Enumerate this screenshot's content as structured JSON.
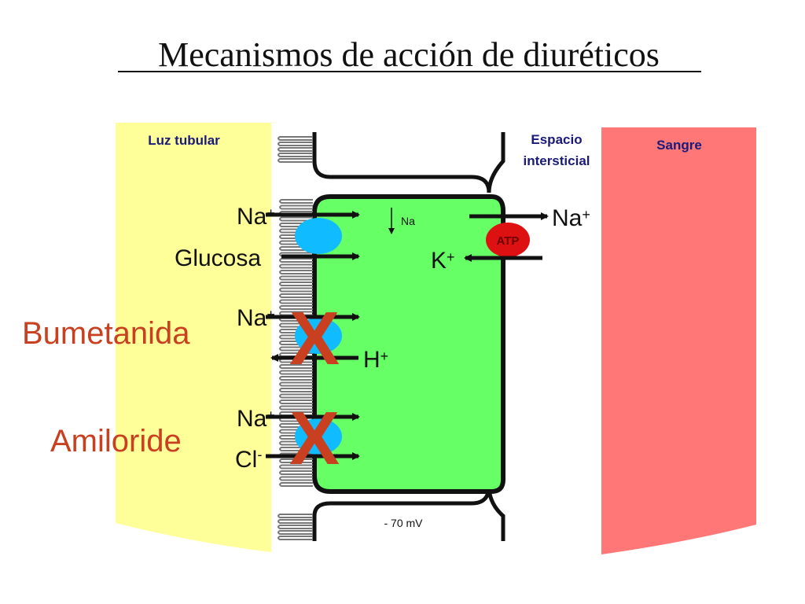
{
  "title": "Mecanismos de acción de diuréticos",
  "regions": {
    "lumen": "Luz tubular",
    "interstitial_line1": "Espacio",
    "interstitial_line2": "intersticial",
    "blood": "Sangre"
  },
  "ions": {
    "na_apical_1": "Na",
    "glucose": "Glucosa",
    "na_apical_2": "Na",
    "h": "H",
    "na_apical_3": "Na",
    "cl": "Cl",
    "na_basolateral": "Na",
    "k": "K",
    "na_gradient": "Na",
    "plus": "+",
    "minus": "-"
  },
  "pump_label": "ATP",
  "membrane_potential": "- 70 mV",
  "drugs": {
    "bumetanide": "Bumetanida",
    "amiloride": "Amiloride",
    "block_mark": "X"
  },
  "colors": {
    "lumen": "#ffff99",
    "blood": "#ff7777",
    "cell": "#66ff66",
    "transporter": "#11bbff",
    "pump": "#dd1111",
    "drug": "#c8401f",
    "label_navy": "#1a1a7a"
  }
}
